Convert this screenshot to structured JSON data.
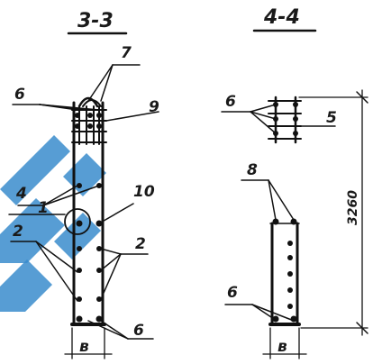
{
  "sections": {
    "left_title": "3-3",
    "right_title": "4-4"
  },
  "callouts": {
    "l7": "7",
    "l6_top": "6",
    "l9": "9",
    "l4": "4",
    "l10": "10",
    "l1": "1",
    "l2_left": "2",
    "l2_right": "2",
    "l6_bottom_left": "6",
    "r6_top": "6",
    "r5": "5",
    "r8": "8",
    "r6_bottom": "6"
  },
  "dimensions": {
    "left_width": "в",
    "right_width": "в",
    "height": "3260"
  },
  "watermark": {
    "color": "#3a8ccc"
  }
}
